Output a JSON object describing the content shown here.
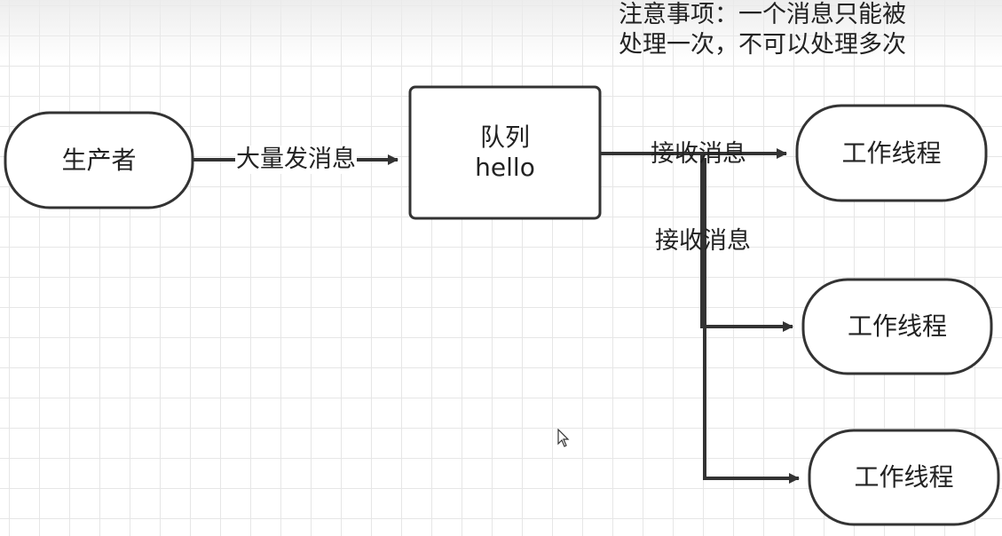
{
  "note": {
    "line1": "注意事项：一个消息只能被",
    "line2": "处理一次，不可以处理多次"
  },
  "nodes": {
    "producer": "生产者",
    "queue_line1": "队列",
    "queue_line2": "hello",
    "worker1": "工作线程",
    "worker2": "工作线程",
    "worker3": "工作线程"
  },
  "edges": {
    "send": "大量发消息",
    "receive1": "接收消息",
    "receive2": "接收消息"
  },
  "colors": {
    "stroke": "#333333",
    "grid": "#e6e6e6",
    "text": "#222222"
  },
  "icons": [
    "arrowhead-icon",
    "mouse-cursor-icon"
  ]
}
